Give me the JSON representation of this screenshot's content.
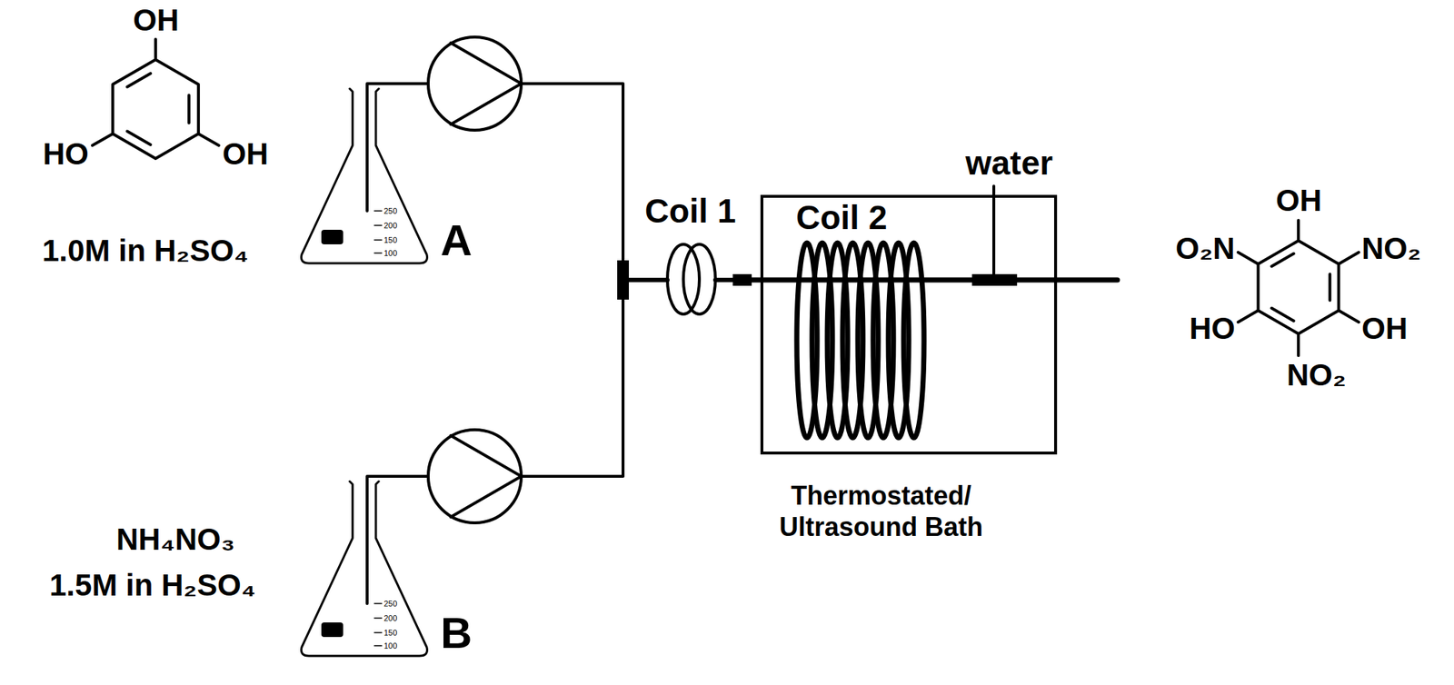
{
  "diagram": {
    "nodes": [
      {
        "text": [
          "Coil 2",
          "Thermostated/ Ultrasound Bath"
        ]
      }
    ],
    "labels": [
      "OH",
      "HO",
      "OH",
      "1.0M in H₂SO₄",
      "250",
      "200",
      "150",
      "100",
      "A",
      "Coil 1",
      "water",
      "OH",
      "O₂N",
      "NO₂",
      "HO",
      "OH",
      "NO₂",
      "NH₄NO₃",
      "1.5M in H₂SO₄",
      "250",
      "200",
      "150",
      "100",
      "B"
    ]
  }
}
